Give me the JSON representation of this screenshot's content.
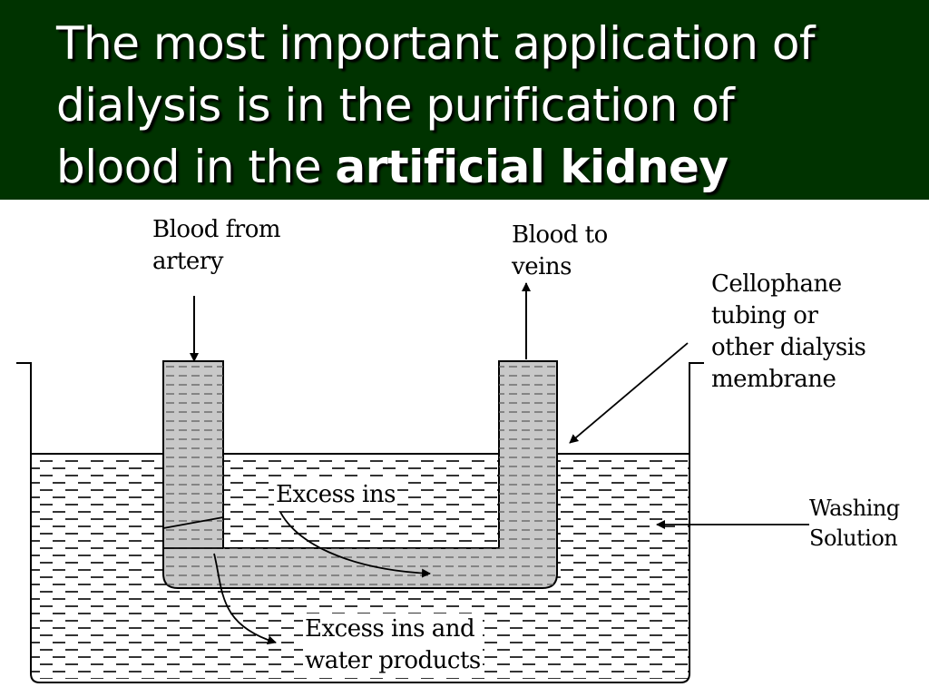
{
  "slide": {
    "title_line1": "The most important application of",
    "title_line2": "dialysis is in the purification of",
    "title_line3_prefix": "blood in the ",
    "title_line3_bold": "artificial kidney"
  },
  "diagram": {
    "labels": {
      "blood_from_artery": [
        "Blood from",
        "artery"
      ],
      "blood_to_veins": [
        "Blood to",
        "veins"
      ],
      "membrane": [
        "Cellophane",
        "tubing or",
        "other dialysis",
        "membrane"
      ],
      "washing_solution": [
        "Washing",
        "Solution"
      ],
      "excess_ions": "Excess ins",
      "excess_ions_water": [
        "Excess ins and",
        "water products"
      ]
    },
    "colors": {
      "header_bg": "#003300",
      "tube_fill": "#c8c8c8",
      "line": "#000000"
    }
  }
}
